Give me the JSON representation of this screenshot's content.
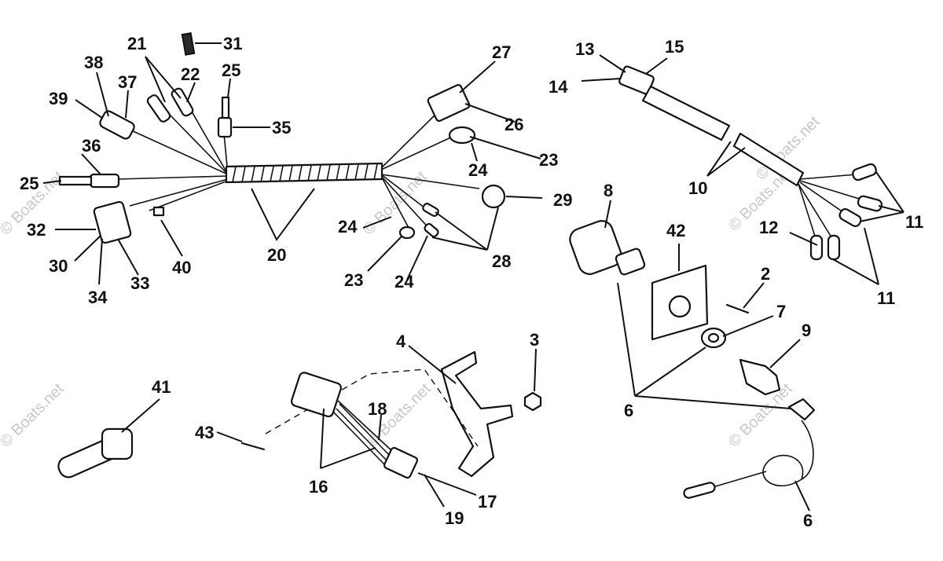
{
  "watermarks": [
    "© Boats.net",
    "© Boats.net",
    "© Boats.net",
    "© Boats.net",
    "© Boats.net",
    "© Boats.net",
    "© Boats.net"
  ],
  "callouts": [
    "31",
    "21",
    "22",
    "25",
    "38",
    "37",
    "39",
    "35",
    "36",
    "25",
    "32",
    "30",
    "34",
    "33",
    "40",
    "20",
    "27",
    "26",
    "23",
    "24",
    "29",
    "24",
    "23",
    "24",
    "28",
    "13",
    "15",
    "14",
    "10",
    "11",
    "12",
    "11",
    "8",
    "42",
    "2",
    "7",
    "9",
    "6",
    "4",
    "3",
    "41",
    "18",
    "43",
    "16",
    "17",
    "19",
    "6"
  ]
}
